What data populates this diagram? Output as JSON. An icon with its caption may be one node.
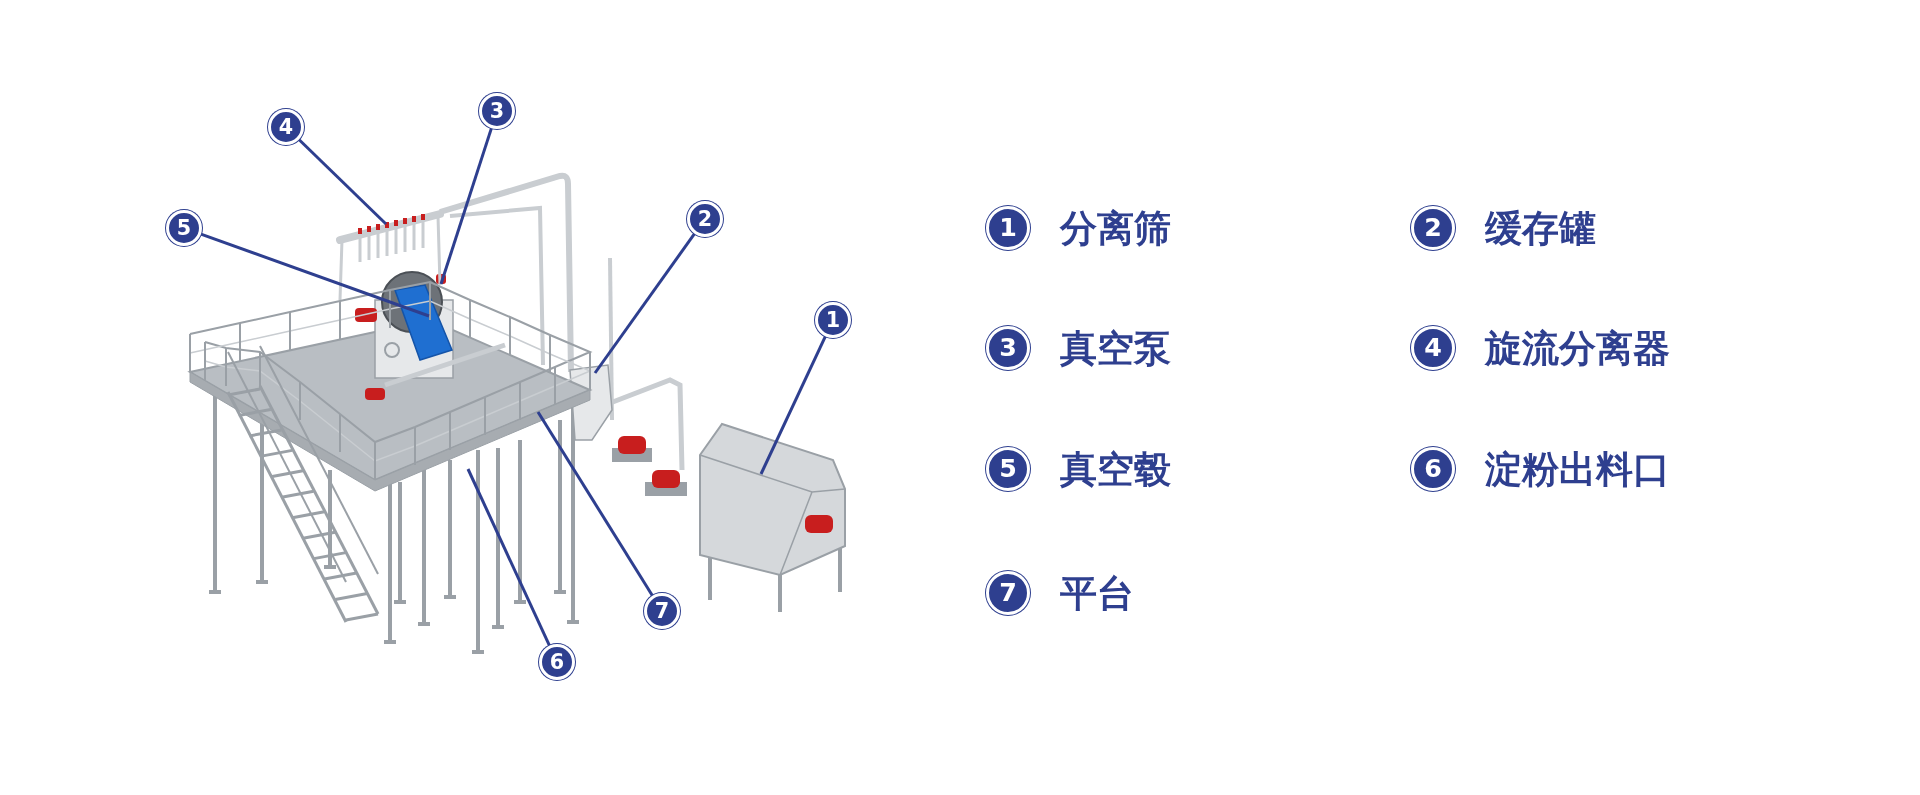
{
  "diagram": {
    "nodes": [
      {
        "text": [
          "4"
        ]
      },
      {
        "text": [
          "3"
        ]
      },
      {
        "text": [
          "5"
        ]
      },
      {
        "text": [
          "2"
        ]
      },
      {
        "text": [
          "1"
        ]
      },
      {
        "text": [
          "7"
        ]
      },
      {
        "text": [
          "6"
        ]
      },
      {
        "text": [
          "1"
        ],
        "beside": [
          "分离筛"
        ]
      },
      {
        "text": [
          "2"
        ],
        "beside": [
          "缓存罐"
        ]
      },
      {
        "text": [
          "3"
        ],
        "beside": [
          "真空泵"
        ]
      },
      {
        "text": [
          "4"
        ],
        "beside": [
          "旋流分离器"
        ]
      },
      {
        "text": [
          "5"
        ],
        "beside": [
          "真空毂"
        ]
      },
      {
        "text": [
          "6"
        ],
        "beside": [
          "淀粉出料口"
        ]
      },
      {
        "text": [
          "7"
        ],
        "beside": [
          "平台"
        ]
      }
    ],
    "edges": [
      {
        "from": 0,
        "to": null,
        "arrow": "none"
      },
      {
        "from": 1,
        "to": null,
        "arrow": "none"
      },
      {
        "from": 2,
        "to": null,
        "arrow": "none"
      },
      {
        "from": 3,
        "to": null,
        "arrow": "none"
      },
      {
        "from": 4,
        "to": null,
        "arrow": "none"
      },
      {
        "from": 5,
        "to": null,
        "arrow": "none"
      },
      {
        "from": 6,
        "to": null,
        "arrow": "none"
      }
    ]
  }
}
